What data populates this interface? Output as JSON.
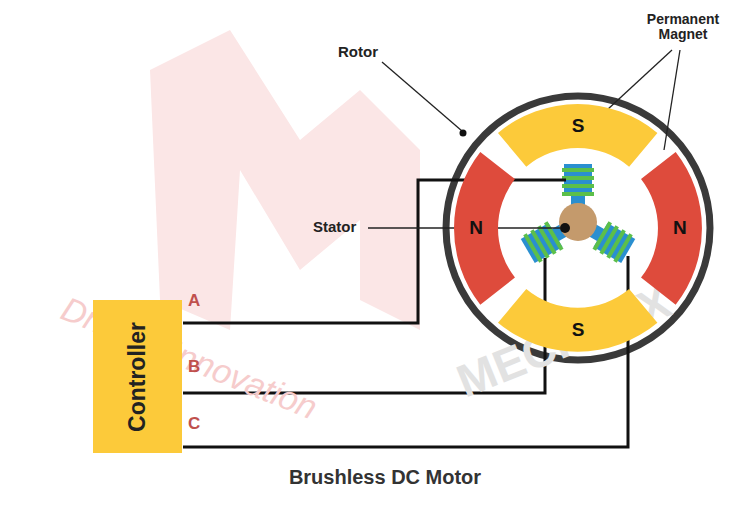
{
  "diagram": {
    "caption": "Brushless DC Motor",
    "nodes": [
      {
        "text": [
          "S"
        ]
      },
      {
        "text": [
          "N"
        ]
      },
      {
        "text": [
          "N"
        ]
      },
      {
        "text": [
          "S"
        ]
      },
      {
        "text": [
          "Controller"
        ]
      }
    ],
    "labels": [
      "Rotor",
      "Permanent Magnet",
      "Stator",
      "A",
      "B",
      "C",
      "Driving Innovation",
      "MECHTEX"
    ]
  }
}
